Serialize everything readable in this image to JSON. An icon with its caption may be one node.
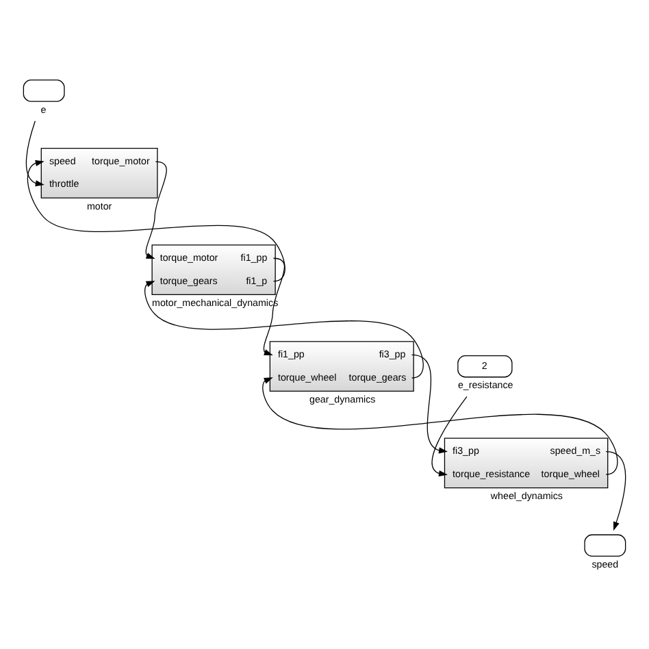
{
  "diagram": {
    "nodes": [
      {
        "text": [],
        "shape": "oval",
        "beside": [
          "e"
        ]
      },
      {
        "text": [
          "speed",
          "throttle",
          "torque_motor"
        ],
        "beside": [
          "motor"
        ]
      },
      {
        "text": [
          "torque_motor",
          "torque_gears",
          "fi1_pp",
          "fi1_p"
        ],
        "beside": [
          "motor_mechanical_dynamics"
        ]
      },
      {
        "text": [
          "fi1_pp",
          "torque_wheel",
          "fi3_pp",
          "torque_gears"
        ],
        "beside": [
          "gear_dynamics"
        ]
      },
      {
        "text": [],
        "shape": "oval",
        "beside": [
          "speed"
        ]
      },
      {
        "text": [
          "2"
        ],
        "beside": [
          "e_resistance"
        ]
      },
      {
        "text": [
          "fi3_pp",
          "torque_resistance",
          "speed_m_s",
          "torque_wheel"
        ],
        "beside": [
          "wheel_dynamics"
        ]
      }
    ],
    "edges": [
      {
        "from": 0,
        "to": 1,
        "arrow": "to"
      },
      {
        "from": 2,
        "to": 1,
        "arrow": "to"
      },
      {
        "from": 1,
        "to": 2,
        "arrow": "to"
      },
      {
        "from": 2,
        "to": 3,
        "arrow": "to"
      },
      {
        "from": 3,
        "to": 2,
        "arrow": "to"
      },
      {
        "from": 3,
        "to": 6,
        "arrow": "to"
      },
      {
        "from": 6,
        "to": 3,
        "arrow": "to"
      },
      {
        "from": 6,
        "to": 4,
        "arrow": "to"
      },
      {
        "from": 5,
        "to": 6,
        "arrow": "to"
      }
    ]
  }
}
